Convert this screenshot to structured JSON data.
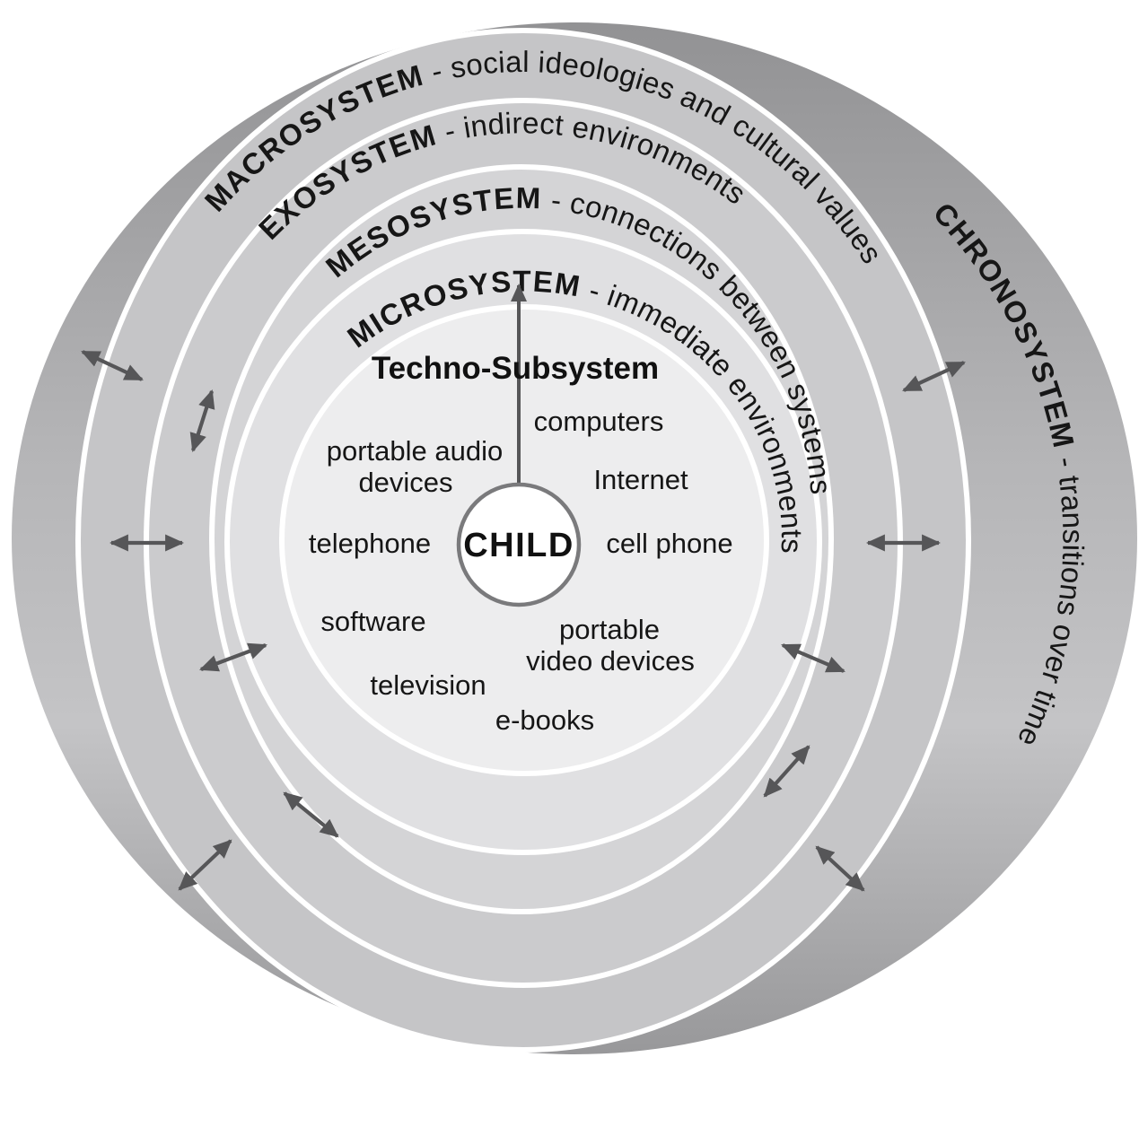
{
  "diagram": {
    "rings": {
      "chronosystem": {
        "name": "CHRONOSYSTEM",
        "description": " - transitions over time"
      },
      "macrosystem": {
        "name": "MACROSYSTEM",
        "description": " - social ideologies and cultural values"
      },
      "exosystem": {
        "name": "EXOSYSTEM",
        "description": " - indirect environments"
      },
      "mesosystem": {
        "name": "MESOSYSTEM",
        "description": " - connections between systems"
      },
      "microsystem": {
        "name": "MICROSYSTEM",
        "description": " - immediate environments"
      }
    },
    "inner_title": "Techno-Subsystem",
    "techno_items": {
      "computers": "computers",
      "portable_audio_1": "portable audio",
      "portable_audio_2": "devices",
      "internet": "Internet",
      "telephone": "telephone",
      "cell_phone": "cell phone",
      "software": "software",
      "portable_video_1": "portable",
      "portable_video_2": "video devices",
      "television": "television",
      "ebooks": "e-books"
    },
    "center": {
      "label": "CHILD"
    },
    "colors": {
      "background": "#ffffff",
      "chrono_top": "#929294",
      "chrono_upper_mid": "#b5b5b7",
      "chrono_lower_mid": "#c4c4c6",
      "chrono_bottom": "#98989a",
      "macrosystem": "#c5c5c7",
      "exosystem": "#cbcbcd",
      "mesosystem": "#d4d4d6",
      "microsystem": "#e0e0e2",
      "techno": "#ededee",
      "separator": "#ffffff",
      "arrow": "#565658",
      "child_fill": "#ffffff",
      "child_border": "#7a7a7c",
      "text": "#161616"
    }
  }
}
